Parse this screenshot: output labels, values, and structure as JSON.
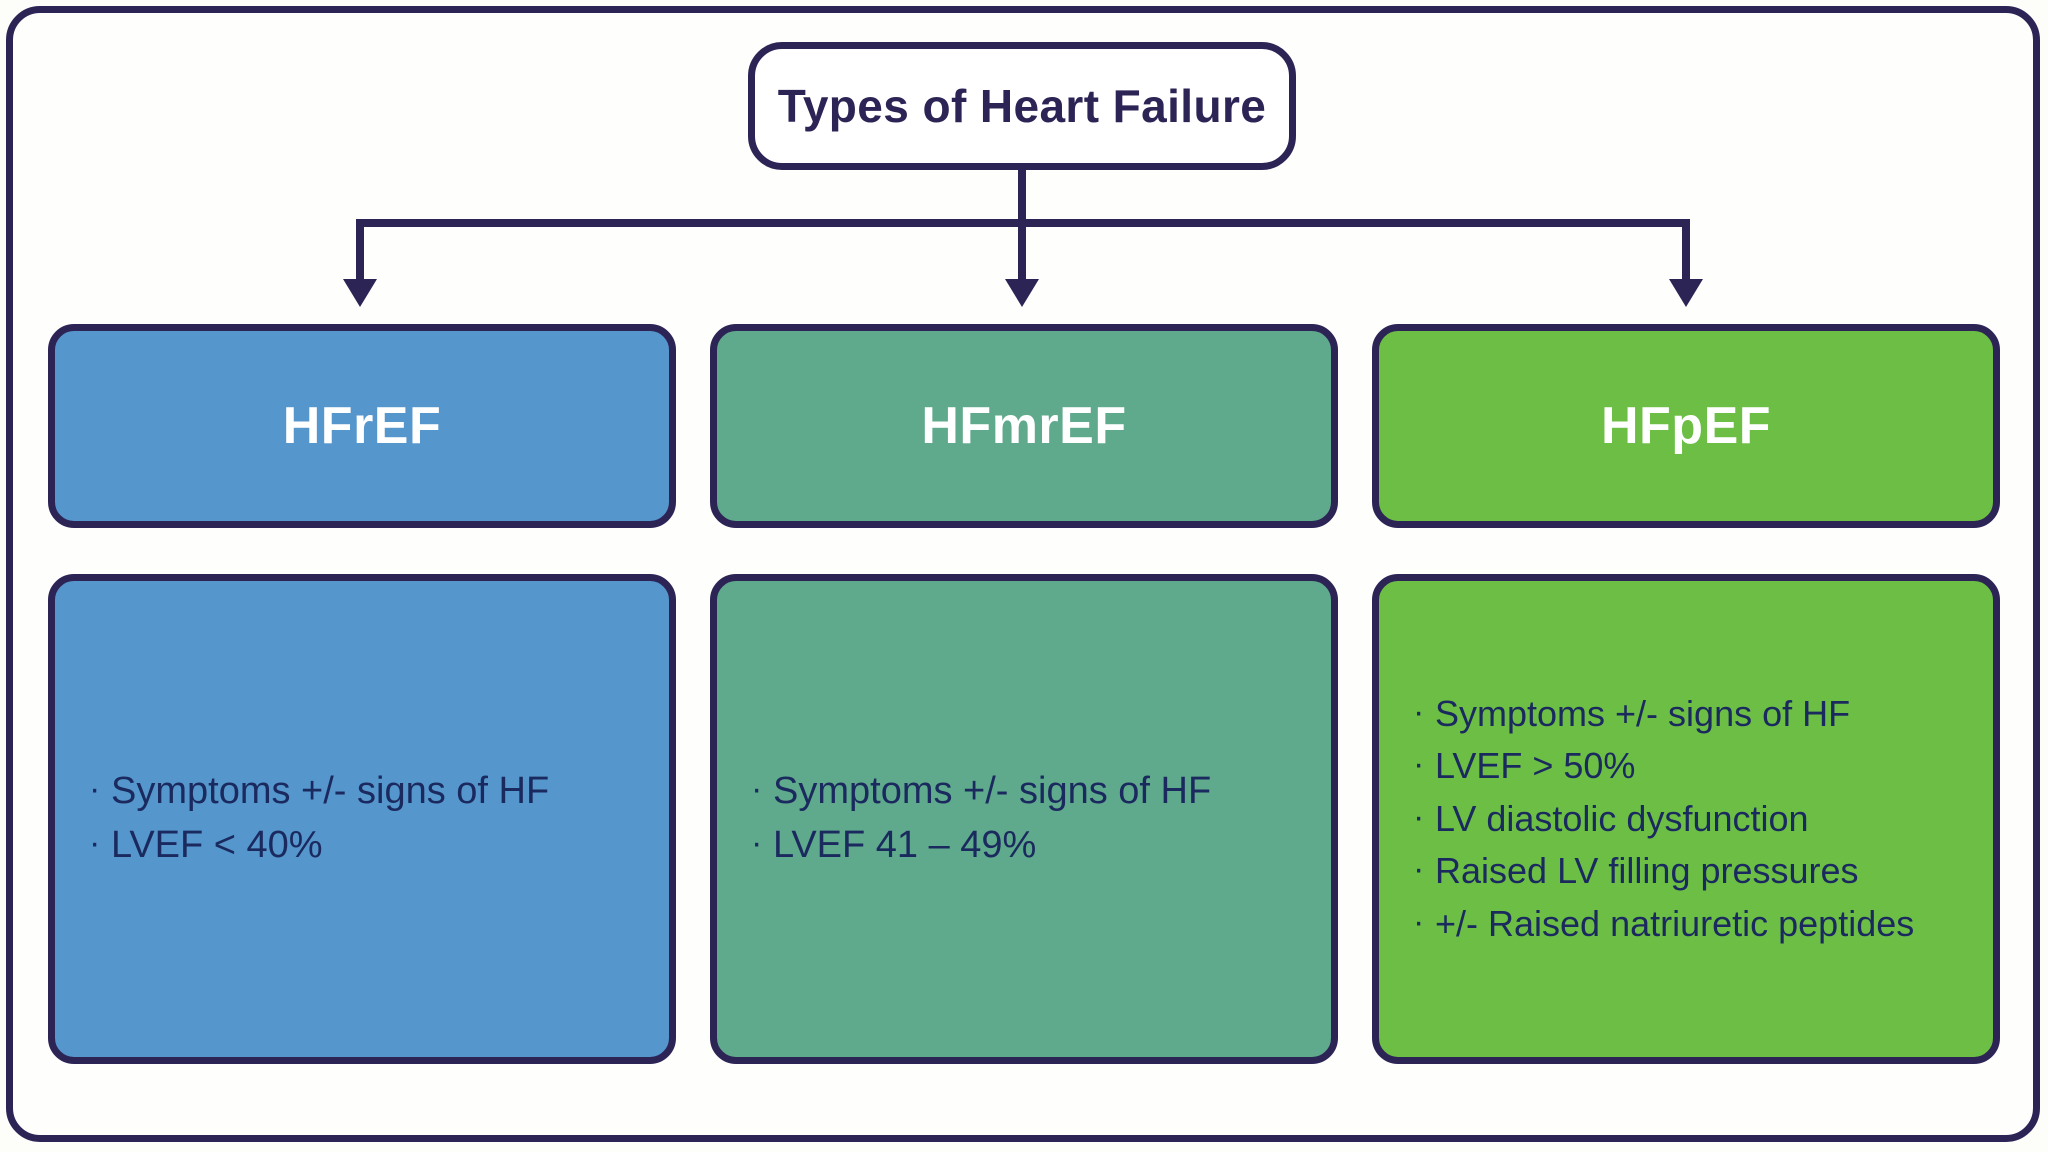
{
  "diagram": {
    "title": "Types of Heart Failure",
    "colors": {
      "frame_border": "#2d2456",
      "title_text": "#2d2456",
      "title_background": "#ffffff",
      "connector": "#2d2456",
      "bullet_text": "#1b2a5e",
      "header_label_text": "#ffffff",
      "hfref": "#5596cd",
      "hfmref": "#5fa98c",
      "hfpef": "#6cbe45"
    },
    "columns": [
      {
        "key": "hfref",
        "label": "HFrEF",
        "color": "#5596cd",
        "bullets": [
          "Symptoms +/- signs of HF",
          "LVEF < 40%"
        ]
      },
      {
        "key": "hfmref",
        "label": "HFmrEF",
        "color": "#5fa98c",
        "bullets": [
          "Symptoms +/- signs of HF",
          "LVEF 41 – 49%"
        ]
      },
      {
        "key": "hfpef",
        "label": "HFpEF",
        "color": "#6cbe45",
        "bullets": [
          "Symptoms +/- signs of HF",
          "LVEF > 50%",
          "LV diastolic dysfunction",
          "Raised LV filling pressures",
          "+/- Raised natriuretic peptides"
        ]
      }
    ],
    "bullet_glyph": "·"
  }
}
